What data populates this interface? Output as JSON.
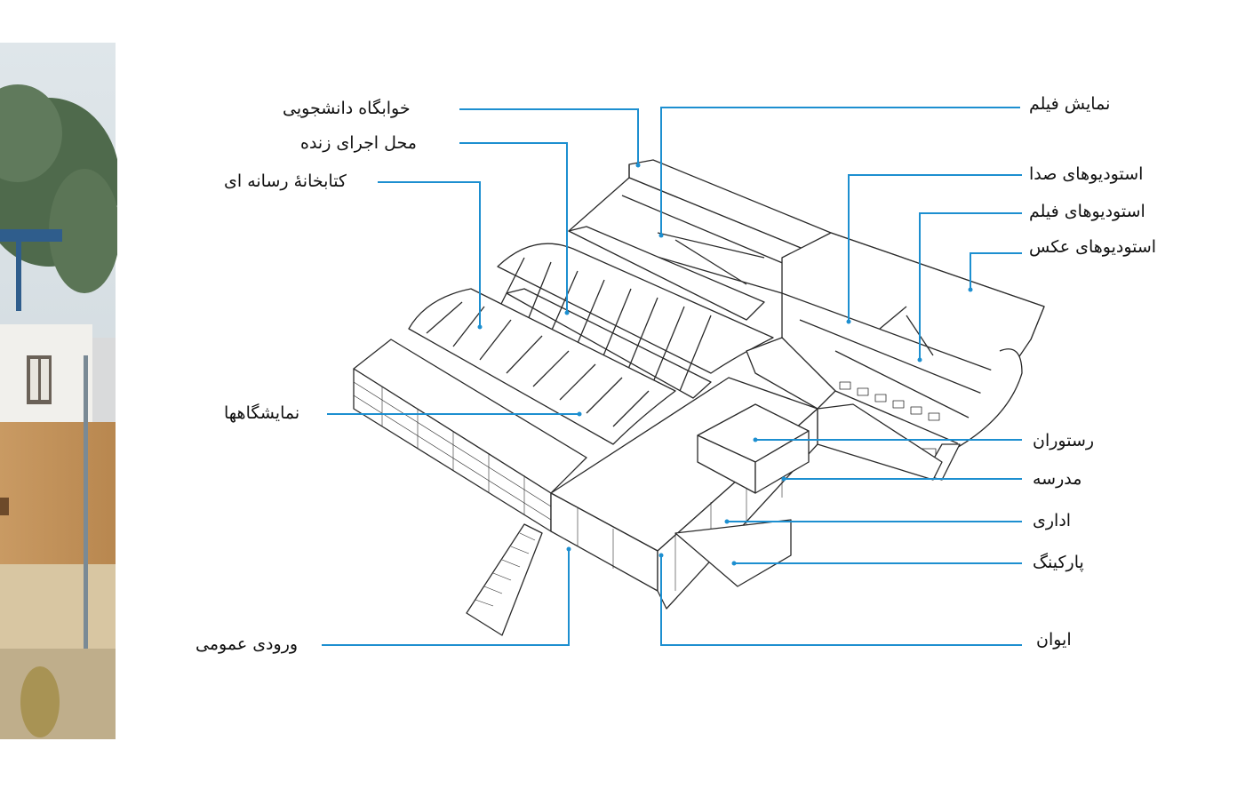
{
  "accent_color": "#1d8fd0",
  "ink_color": "#2a2a2a",
  "labels": {
    "student_dorm": "خوابگاه دانشجویی",
    "live_performance": "محل اجرای زنده",
    "media_library": "کتابخانهٔ رسانه ای",
    "exhibitions": "نمایشگاهها",
    "public_entrance": "ورودی عمومی",
    "film_screening": "نمایش  فیلم",
    "sound_studios": "استودیوهای صدا",
    "film_studios": "استودیوهای فیلم",
    "photo_studios": "استودیوهای عکس",
    "restaurant": "رستوران",
    "school": "مدرسه",
    "administrative": "اداری",
    "parking": "پارکینگ",
    "ivan": "ایوان"
  }
}
